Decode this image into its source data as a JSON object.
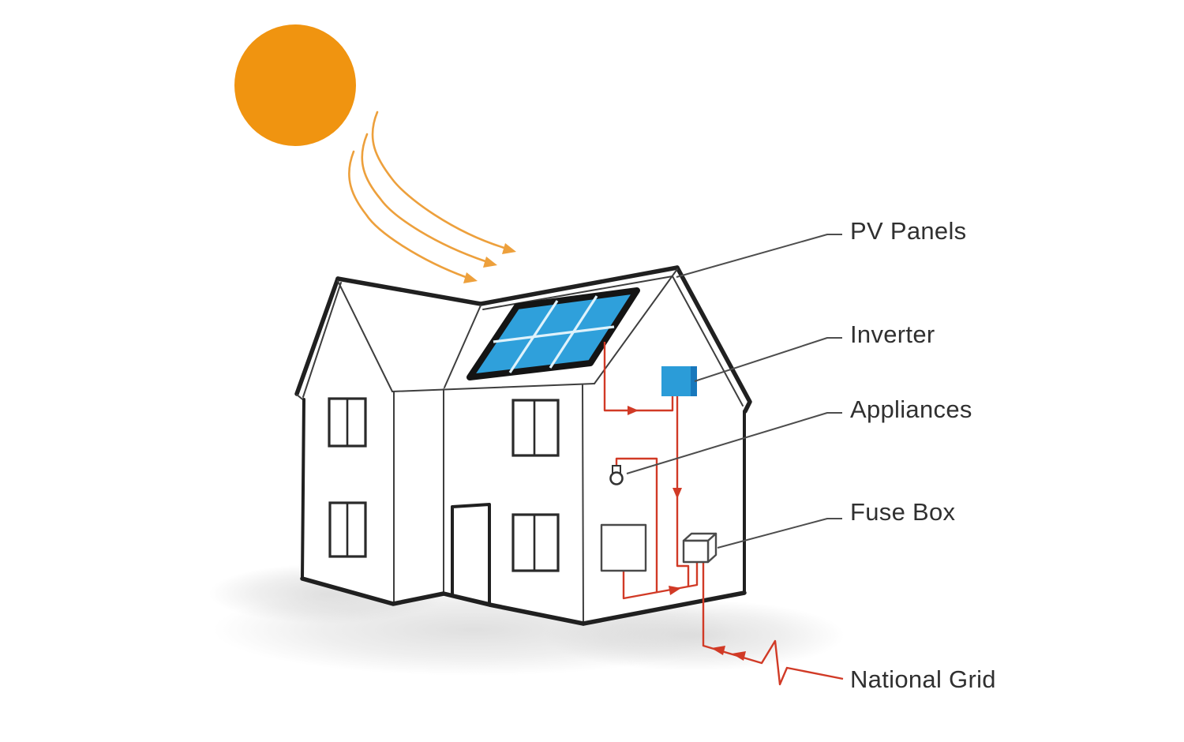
{
  "diagram": {
    "description": "Solar PV system on a house",
    "labels": {
      "pv_panels": "PV Panels",
      "inverter": "Inverter",
      "appliances": "Appliances",
      "fuse_box": "Fuse Box",
      "national_grid": "National Grid"
    },
    "components": [
      {
        "name": "sun-icon"
      },
      {
        "name": "sun-rays-icon"
      },
      {
        "name": "house-outline"
      },
      {
        "name": "solar-panel-icon"
      },
      {
        "name": "inverter-box-icon"
      },
      {
        "name": "light-bulb-icon"
      },
      {
        "name": "appliance-box-icon"
      },
      {
        "name": "fuse-box-icon"
      },
      {
        "name": "grid-zigzag-icon"
      }
    ],
    "colors": {
      "sun": "#F09410",
      "ray": "#EDA03C",
      "panel": "#2FA0DB",
      "panel_grid": "#DFF2FB",
      "panel_frame": "#141414",
      "inverter": "#2B9CD8",
      "inverter_side": "#1878BC",
      "wire": "#D13A26",
      "leader": "#4D4D4D",
      "outline": "#202020",
      "outline_thin": "#3E3E3E",
      "label": "#303030",
      "shadow": "#C6C6C6"
    }
  }
}
